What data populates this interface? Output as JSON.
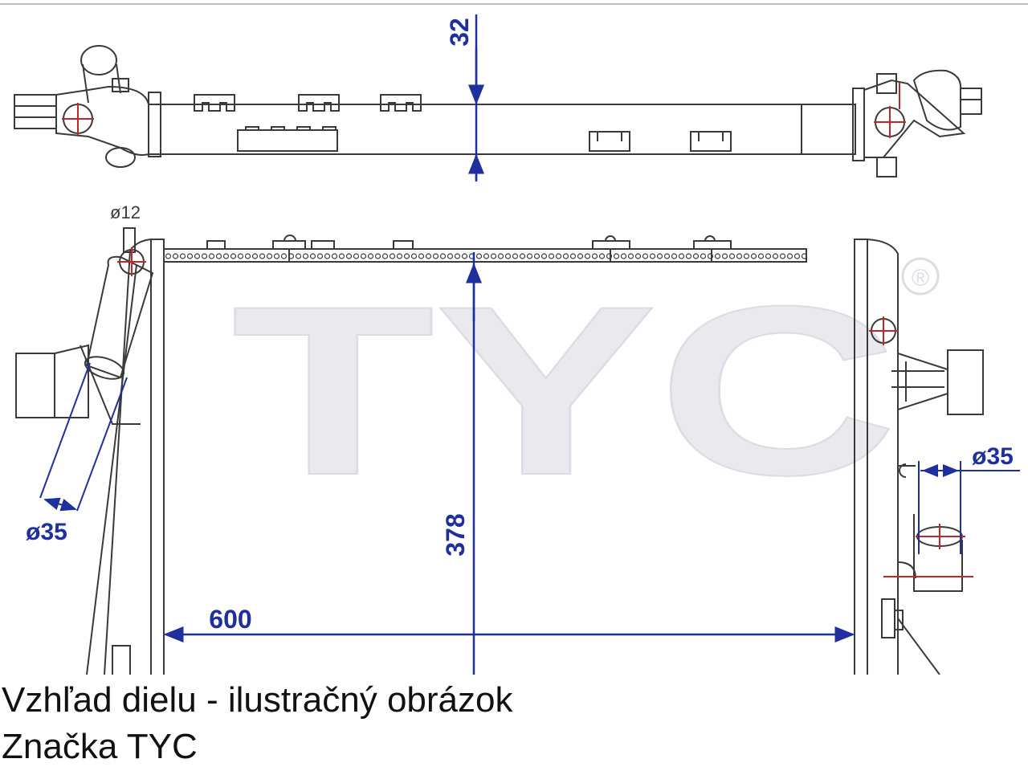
{
  "diagram": {
    "dimensions": {
      "top_offset": "32",
      "height": "378",
      "width": "600",
      "small_pipe_diameter": "ø12",
      "left_pipe_diameter": "ø35",
      "right_pipe_diameter": "ø35"
    },
    "watermark": {
      "brand": "TYC",
      "registered_mark": "®"
    },
    "colors": {
      "outline": "#3a3a3a",
      "dimension": "#1f2f9e",
      "marker": "#c0262a",
      "watermark": "#e9e9ee"
    }
  },
  "caption": {
    "line1": "Vzhľad dielu - ilustračný obrázok",
    "line2": "Značka TYC"
  }
}
